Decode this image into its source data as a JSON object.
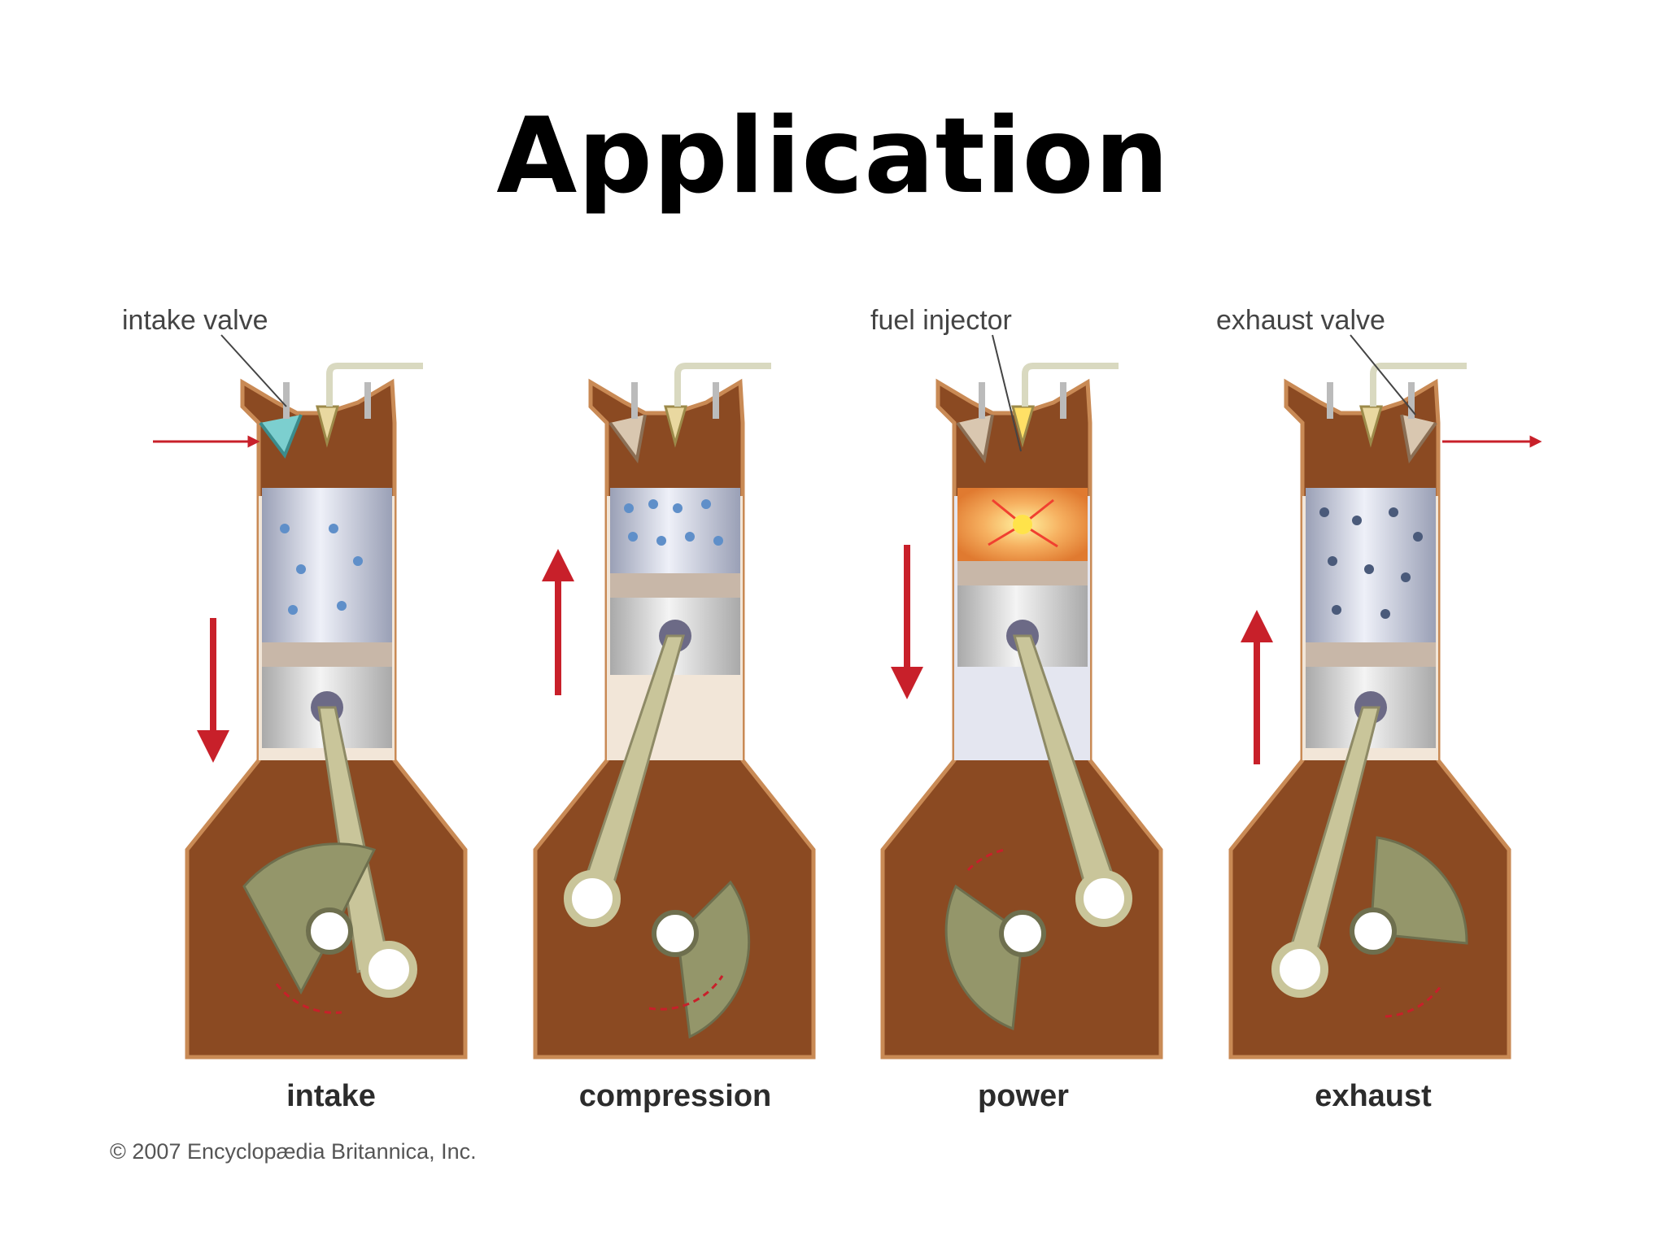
{
  "slide": {
    "title": "Application"
  },
  "diagram": {
    "callouts": {
      "intake_valve": "intake valve",
      "fuel_injector": "fuel injector",
      "exhaust_valve": "exhaust valve"
    },
    "stages": [
      {
        "label": "intake",
        "piston_direction": "down"
      },
      {
        "label": "compression",
        "piston_direction": "up"
      },
      {
        "label": "power",
        "piston_direction": "down"
      },
      {
        "label": "exhaust",
        "piston_direction": "up"
      }
    ],
    "copyright": "© 2007 Encyclopædia Britannica, Inc.",
    "colors": {
      "block": "#8b4a22",
      "block_edge": "#c98a55",
      "head": "#a4683e",
      "cylinder": "#c8cde0",
      "fuel_charge": "#7ea4d6",
      "combustion": "#f0a050",
      "piston": "#dadada",
      "rod": "#c9c59a",
      "crank": "#94966a",
      "arrow": "#c8202a"
    }
  }
}
